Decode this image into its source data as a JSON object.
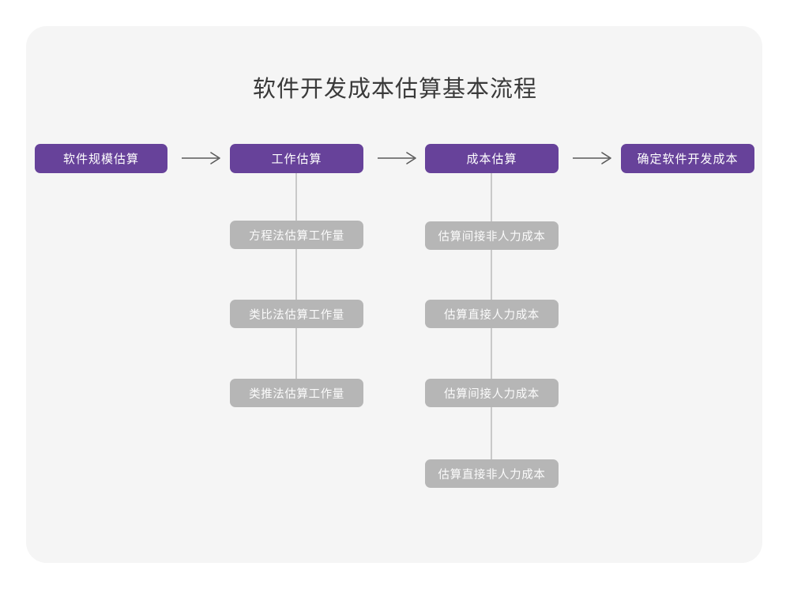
{
  "page": {
    "title": "软件开发成本估算基本流程",
    "background_color": "#ffffff",
    "card_color": "#f5f5f5",
    "accent_color": "#67429a",
    "secondary_color": "#b6b6b6",
    "connector_color": "#c9c9c9",
    "arrow_color": "#5a5a5a"
  },
  "flow": {
    "main_steps": [
      {
        "label": "软件规模估算"
      },
      {
        "label": "工作估算"
      },
      {
        "label": "成本估算"
      },
      {
        "label": "确定软件开发成本"
      }
    ],
    "arrows": [
      {
        "name": "arrow-1",
        "glyph": "right-arrow-icon"
      },
      {
        "name": "arrow-2",
        "glyph": "right-arrow-icon"
      },
      {
        "name": "arrow-3",
        "glyph": "right-arrow-icon"
      }
    ],
    "branches": [
      {
        "parent": "工作估算",
        "items": [
          {
            "label": "方程法估算工作量"
          },
          {
            "label": "类比法估算工作量"
          },
          {
            "label": "类推法估算工作量"
          }
        ]
      },
      {
        "parent": "成本估算",
        "items": [
          {
            "label": "估算间接非人力成本"
          },
          {
            "label": "估算直接人力成本"
          },
          {
            "label": "估算间接人力成本"
          },
          {
            "label": "估算直接非人力成本"
          }
        ]
      }
    ]
  }
}
